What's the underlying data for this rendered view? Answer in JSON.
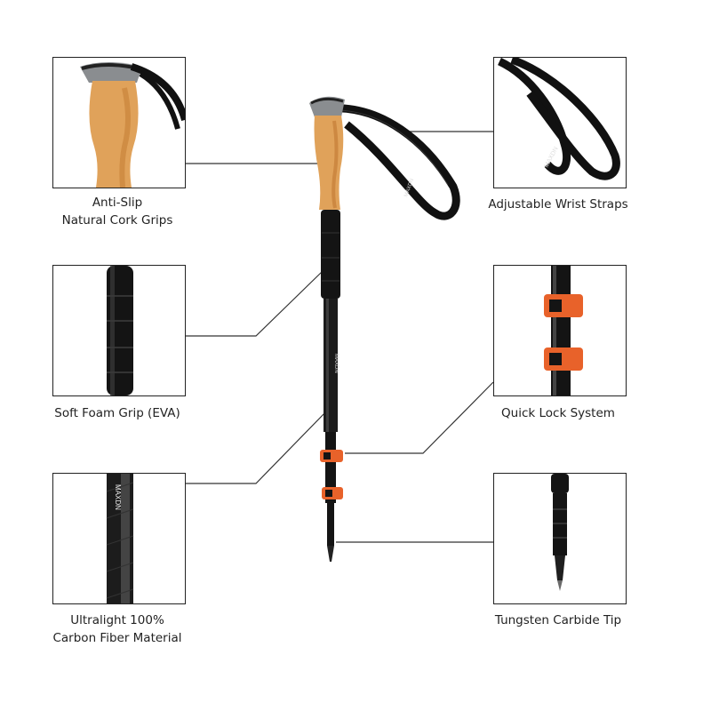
{
  "features": [
    {
      "id": "cork-grips",
      "caption_lines": [
        "Anti-Slip",
        "Natural Cork Grips"
      ]
    },
    {
      "id": "wrist-straps",
      "caption_lines": [
        "Adjustable Wrist Straps"
      ]
    },
    {
      "id": "foam-grip",
      "caption_lines": [
        "Soft Foam Grip (EVA)"
      ]
    },
    {
      "id": "quick-lock",
      "caption_lines": [
        "Quick Lock System"
      ]
    },
    {
      "id": "carbon-fiber",
      "caption_lines": [
        "Ultralight 100%",
        "Carbon Fiber Material"
      ]
    },
    {
      "id": "carbide-tip",
      "caption_lines": [
        "Tungsten Carbide Tip"
      ]
    }
  ],
  "strap_print": "MAXDN",
  "shaft_print": "MAXDN",
  "colors": {
    "cork": "#e0a25a",
    "cork_dark": "#c47e36",
    "lock_orange": "#e8622a",
    "shaft_black": "#141414",
    "cap_grey": "#8a8d90",
    "border": "#222222"
  }
}
